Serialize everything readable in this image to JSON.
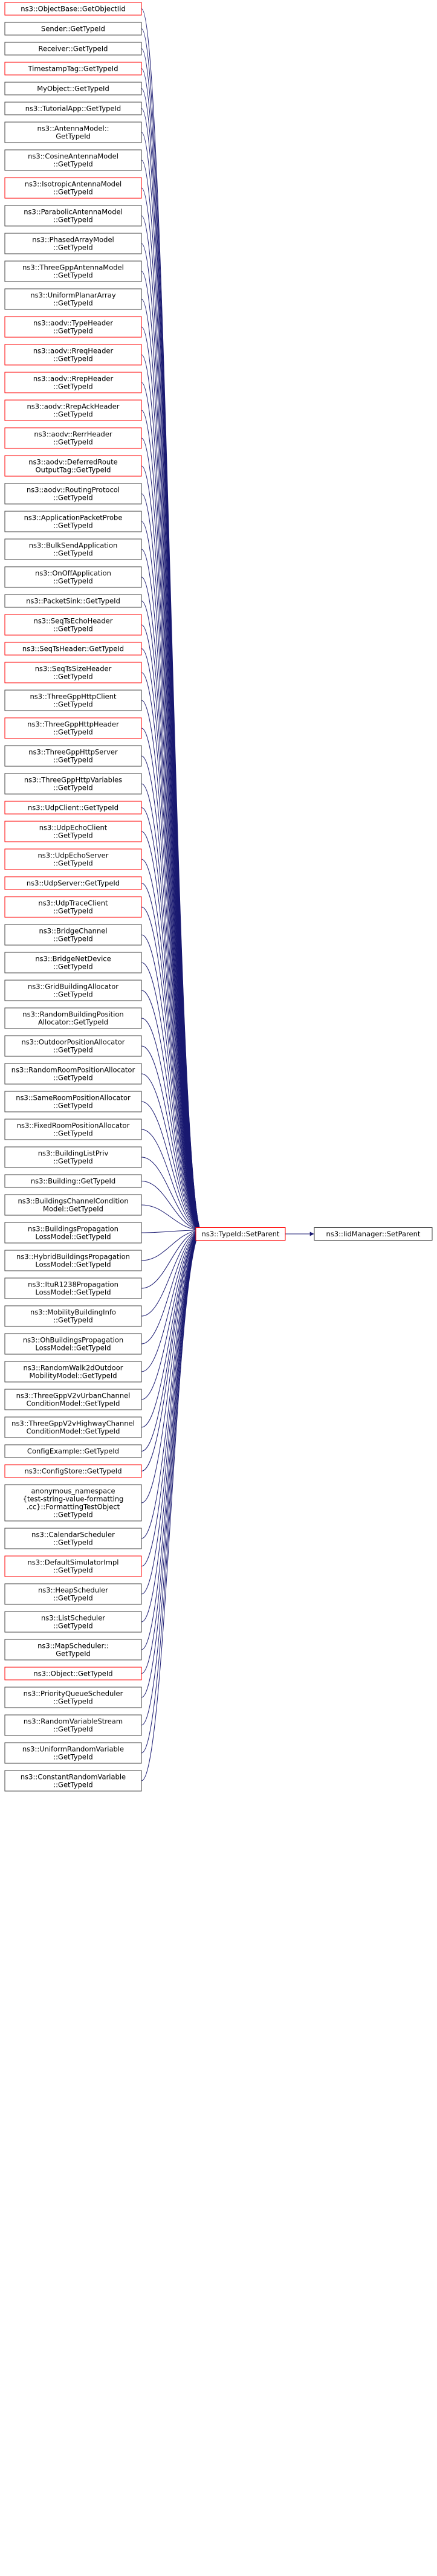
{
  "colors": {
    "edge": "#191970",
    "border_normal": "#404040",
    "border_link": "#ff0000",
    "target_fill": "#bfbfbf"
  },
  "center": {
    "lines": [
      "ns3::TypeId::SetParent"
    ],
    "link": true
  },
  "target": {
    "lines": [
      "ns3::IidManager::SetParent"
    ]
  },
  "callers": [
    {
      "lines": [
        "ns3::ObjectBase::GetObjectIid"
      ],
      "link": true
    },
    {
      "lines": [
        "Sender::GetTypeId"
      ],
      "link": false
    },
    {
      "lines": [
        "Receiver::GetTypeId"
      ],
      "link": false
    },
    {
      "lines": [
        "TimestampTag::GetTypeId"
      ],
      "link": true
    },
    {
      "lines": [
        "MyObject::GetTypeId"
      ],
      "link": false
    },
    {
      "lines": [
        "ns3::TutorialApp::GetTypeId"
      ],
      "link": false
    },
    {
      "lines": [
        "ns3::AntennaModel::",
        "GetTypeId"
      ],
      "link": false
    },
    {
      "lines": [
        "ns3::CosineAntennaModel",
        "::GetTypeId"
      ],
      "link": false
    },
    {
      "lines": [
        "ns3::IsotropicAntennaModel",
        "::GetTypeId"
      ],
      "link": true
    },
    {
      "lines": [
        "ns3::ParabolicAntennaModel",
        "::GetTypeId"
      ],
      "link": false
    },
    {
      "lines": [
        "ns3::PhasedArrayModel",
        "::GetTypeId"
      ],
      "link": false
    },
    {
      "lines": [
        "ns3::ThreeGppAntennaModel",
        "::GetTypeId"
      ],
      "link": false
    },
    {
      "lines": [
        "ns3::UniformPlanarArray",
        "::GetTypeId"
      ],
      "link": false
    },
    {
      "lines": [
        "ns3::aodv::TypeHeader",
        "::GetTypeId"
      ],
      "link": true
    },
    {
      "lines": [
        "ns3::aodv::RreqHeader",
        "::GetTypeId"
      ],
      "link": true
    },
    {
      "lines": [
        "ns3::aodv::RrepHeader",
        "::GetTypeId"
      ],
      "link": true
    },
    {
      "lines": [
        "ns3::aodv::RrepAckHeader",
        "::GetTypeId"
      ],
      "link": true
    },
    {
      "lines": [
        "ns3::aodv::RerrHeader",
        "::GetTypeId"
      ],
      "link": true
    },
    {
      "lines": [
        "ns3::aodv::DeferredRoute",
        "OutputTag::GetTypeId"
      ],
      "link": true
    },
    {
      "lines": [
        "ns3::aodv::RoutingProtocol",
        "::GetTypeId"
      ],
      "link": false
    },
    {
      "lines": [
        "ns3::ApplicationPacketProbe",
        "::GetTypeId"
      ],
      "link": false
    },
    {
      "lines": [
        "ns3::BulkSendApplication",
        "::GetTypeId"
      ],
      "link": false
    },
    {
      "lines": [
        "ns3::OnOffApplication",
        "::GetTypeId"
      ],
      "link": false
    },
    {
      "lines": [
        "ns3::PacketSink::GetTypeId"
      ],
      "link": false
    },
    {
      "lines": [
        "ns3::SeqTsEchoHeader",
        "::GetTypeId"
      ],
      "link": true
    },
    {
      "lines": [
        "ns3::SeqTsHeader::GetTypeId"
      ],
      "link": true
    },
    {
      "lines": [
        "ns3::SeqTsSizeHeader",
        "::GetTypeId"
      ],
      "link": true
    },
    {
      "lines": [
        "ns3::ThreeGppHttpClient",
        "::GetTypeId"
      ],
      "link": false
    },
    {
      "lines": [
        "ns3::ThreeGppHttpHeader",
        "::GetTypeId"
      ],
      "link": true
    },
    {
      "lines": [
        "ns3::ThreeGppHttpServer",
        "::GetTypeId"
      ],
      "link": false
    },
    {
      "lines": [
        "ns3::ThreeGppHttpVariables",
        "::GetTypeId"
      ],
      "link": false
    },
    {
      "lines": [
        "ns3::UdpClient::GetTypeId"
      ],
      "link": true
    },
    {
      "lines": [
        "ns3::UdpEchoClient",
        "::GetTypeId"
      ],
      "link": true
    },
    {
      "lines": [
        "ns3::UdpEchoServer",
        "::GetTypeId"
      ],
      "link": true
    },
    {
      "lines": [
        "ns3::UdpServer::GetTypeId"
      ],
      "link": true
    },
    {
      "lines": [
        "ns3::UdpTraceClient",
        "::GetTypeId"
      ],
      "link": true
    },
    {
      "lines": [
        "ns3::BridgeChannel",
        "::GetTypeId"
      ],
      "link": false
    },
    {
      "lines": [
        "ns3::BridgeNetDevice",
        "::GetTypeId"
      ],
      "link": false
    },
    {
      "lines": [
        "ns3::GridBuildingAllocator",
        "::GetTypeId"
      ],
      "link": false
    },
    {
      "lines": [
        "ns3::RandomBuildingPosition",
        "Allocator::GetTypeId"
      ],
      "link": false
    },
    {
      "lines": [
        "ns3::OutdoorPositionAllocator",
        "::GetTypeId"
      ],
      "link": false
    },
    {
      "lines": [
        "ns3::RandomRoomPositionAllocator",
        "::GetTypeId"
      ],
      "link": false
    },
    {
      "lines": [
        "ns3::SameRoomPositionAllocator",
        "::GetTypeId"
      ],
      "link": false
    },
    {
      "lines": [
        "ns3::FixedRoomPositionAllocator",
        "::GetTypeId"
      ],
      "link": false
    },
    {
      "lines": [
        "ns3::BuildingListPriv",
        "::GetTypeId"
      ],
      "link": false
    },
    {
      "lines": [
        "ns3::Building::GetTypeId"
      ],
      "link": false
    },
    {
      "lines": [
        "ns3::BuildingsChannelCondition",
        "Model::GetTypeId"
      ],
      "link": false
    },
    {
      "lines": [
        "ns3::BuildingsPropagation",
        "LossModel::GetTypeId"
      ],
      "link": false
    },
    {
      "lines": [
        "ns3::HybridBuildingsPropagation",
        "LossModel::GetTypeId"
      ],
      "link": false
    },
    {
      "lines": [
        "ns3::ItuR1238Propagation",
        "LossModel::GetTypeId"
      ],
      "link": false
    },
    {
      "lines": [
        "ns3::MobilityBuildingInfo",
        "::GetTypeId"
      ],
      "link": false
    },
    {
      "lines": [
        "ns3::OhBuildingsPropagation",
        "LossModel::GetTypeId"
      ],
      "link": false
    },
    {
      "lines": [
        "ns3::RandomWalk2dOutdoor",
        "MobilityModel::GetTypeId"
      ],
      "link": false
    },
    {
      "lines": [
        "ns3::ThreeGppV2vUrbanChannel",
        "ConditionModel::GetTypeId"
      ],
      "link": false
    },
    {
      "lines": [
        "ns3::ThreeGppV2vHighwayChannel",
        "ConditionModel::GetTypeId"
      ],
      "link": false
    },
    {
      "lines": [
        "ConfigExample::GetTypeId"
      ],
      "link": false
    },
    {
      "lines": [
        "ns3::ConfigStore::GetTypeId"
      ],
      "link": true
    },
    {
      "lines": [
        "anonymous_namespace",
        "{test-string-value-formatting",
        ".cc}::FormattingTestObject",
        "::GetTypeId"
      ],
      "link": false
    },
    {
      "lines": [
        "ns3::CalendarScheduler",
        "::GetTypeId"
      ],
      "link": false
    },
    {
      "lines": [
        "ns3::DefaultSimulatorImpl",
        "::GetTypeId"
      ],
      "link": true
    },
    {
      "lines": [
        "ns3::HeapScheduler",
        "::GetTypeId"
      ],
      "link": false
    },
    {
      "lines": [
        "ns3::ListScheduler",
        "::GetTypeId"
      ],
      "link": false
    },
    {
      "lines": [
        "ns3::MapScheduler::",
        "GetTypeId"
      ],
      "link": false
    },
    {
      "lines": [
        "ns3::Object::GetTypeId"
      ],
      "link": true
    },
    {
      "lines": [
        "ns3::PriorityQueueScheduler",
        "::GetTypeId"
      ],
      "link": false
    },
    {
      "lines": [
        "ns3::RandomVariableStream",
        "::GetTypeId"
      ],
      "link": false
    },
    {
      "lines": [
        "ns3::UniformRandomVariable",
        "::GetTypeId"
      ],
      "link": false
    },
    {
      "lines": [
        "ns3::ConstantRandomVariable",
        "::GetTypeId"
      ],
      "link": false
    }
  ]
}
